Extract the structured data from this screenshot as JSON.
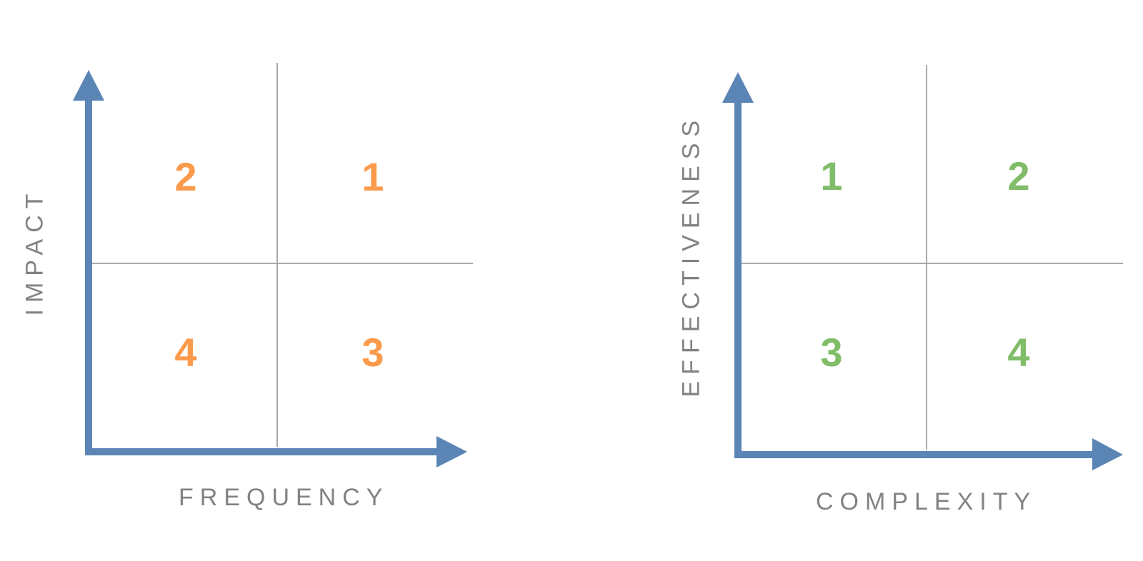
{
  "colors": {
    "axis": "#5b85b5",
    "grid": "#aaaaaa",
    "label": "#808384",
    "left_numbers": "#fb9a4b",
    "right_numbers": "#81bd69"
  },
  "left_matrix": {
    "x_axis_label": "FREQUENCY",
    "y_axis_label": "IMPACT",
    "quadrants": {
      "top_left": "2",
      "top_right": "1",
      "bottom_left": "4",
      "bottom_right": "3"
    }
  },
  "right_matrix": {
    "x_axis_label": "COMPLEXITY",
    "y_axis_label": "EFFECTIVENESS",
    "quadrants": {
      "top_left": "1",
      "top_right": "2",
      "bottom_left": "3",
      "bottom_right": "4"
    }
  }
}
